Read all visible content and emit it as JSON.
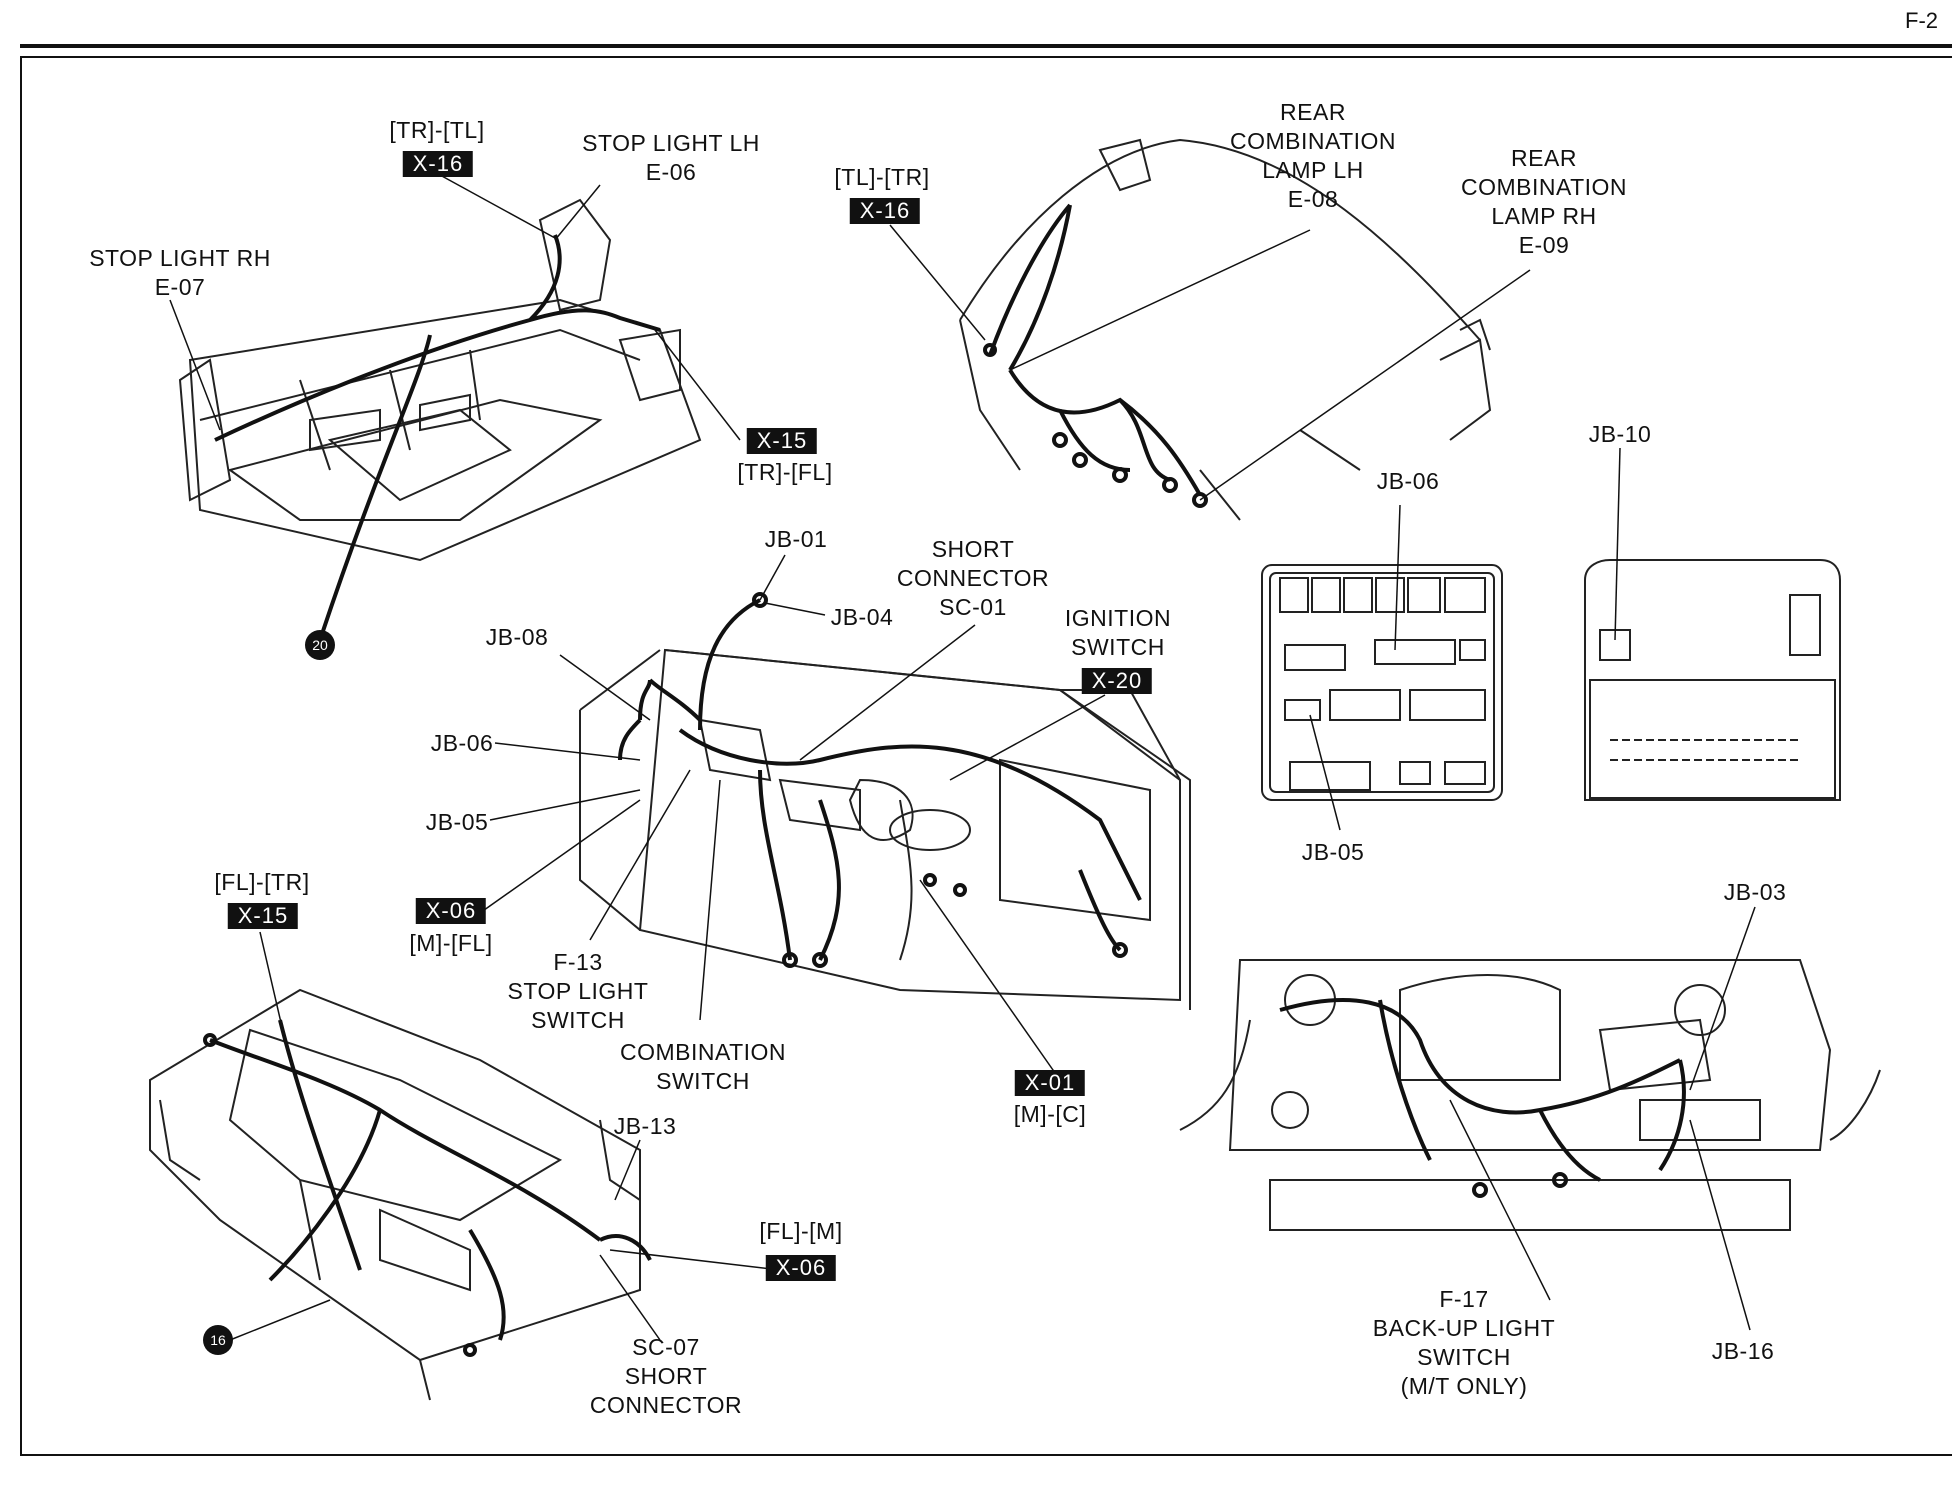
{
  "page_number": "F-2",
  "labels": {
    "tr_tl": "[TR]-[TL]",
    "stop_lh": "STOP LIGHT LH\nE-06",
    "stop_rh": "STOP LIGHT RH\nE-07",
    "tr_fl": "[TR]-[FL]",
    "tl_tr": "[TL]-[TR]",
    "rear_lh": "REAR\nCOMBINATION\nLAMP LH\nE-08",
    "rear_rh": "REAR\nCOMBINATION\nLAMP RH\nE-09",
    "jb06_top": "JB-06",
    "jb10": "JB-10",
    "jb05_box": "JB-05",
    "jb01": "JB-01",
    "jb04": "JB-04",
    "short_conn": "SHORT\nCONNECTOR\nSC-01",
    "ignition": "IGNITION\nSWITCH",
    "jb08": "JB-08",
    "jb06_dash": "JB-06",
    "jb05_dash": "JB-05",
    "m_fl": "[M]-[FL]",
    "f13": "F-13\nSTOP LIGHT\nSWITCH",
    "combination": "COMBINATION\nSWITCH",
    "fl_tr": "[FL]-[TR]",
    "m_c": "[M]-[C]",
    "jb13": "JB-13",
    "fl_m": "[FL]-[M]",
    "sc07": "SC-07\nSHORT\nCONNECTOR",
    "jb03": "JB-03",
    "f17": "F-17\nBACK-UP LIGHT\nSWITCH\n(M/T ONLY)",
    "jb16": "JB-16"
  },
  "tags": {
    "x16_a": "X-16",
    "x15_a": "X-15",
    "x16_b": "X-16",
    "x20": "X-20",
    "x06_a": "X-06",
    "x15_b": "X-15",
    "x01": "X-01",
    "x06_b": "X-06"
  },
  "circles": {
    "c20": "20",
    "c16": "16"
  }
}
